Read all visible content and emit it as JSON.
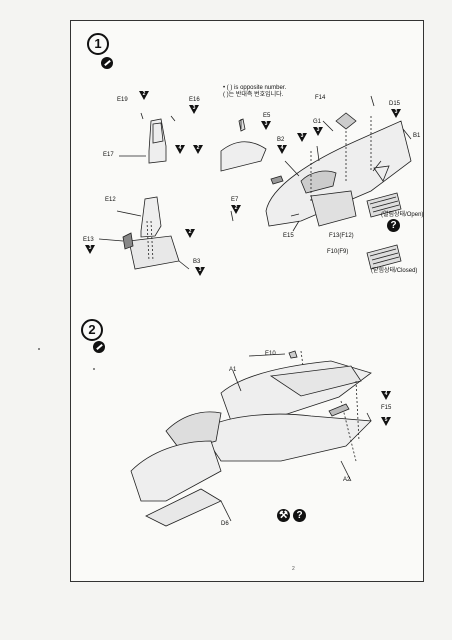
{
  "step1": {
    "number": "1",
    "note_line1": "• ( ) is opposite number.",
    "note_line2": "( )는 반대측 번호입니다.",
    "parts": {
      "E19": "E19",
      "E16": "E16",
      "E17": "E17",
      "E12": "E12",
      "E13": "E13",
      "B3": "B3",
      "E5": "E5",
      "E7": "E7",
      "B2": "B2",
      "G1": "G1",
      "F14": "F14",
      "D15": "D15",
      "B1": "B1",
      "E15": "E15",
      "F13": "F13(F12)",
      "F10": "F10(F9)"
    },
    "open_label": "(열림상태/Open)",
    "closed_label": "(닫힘상태/Closed)",
    "triangle_numbers": [
      "2",
      "3",
      "4",
      "2",
      "3",
      "3",
      "3",
      "4",
      "3",
      "3",
      "3"
    ]
  },
  "step2": {
    "number": "2",
    "parts": {
      "E10": "E10",
      "A1": "A1",
      "F15": "F15",
      "A2": "A2",
      "D6": "D6"
    },
    "triangle_numbers": [
      "4",
      "5"
    ]
  },
  "page_number": "2"
}
